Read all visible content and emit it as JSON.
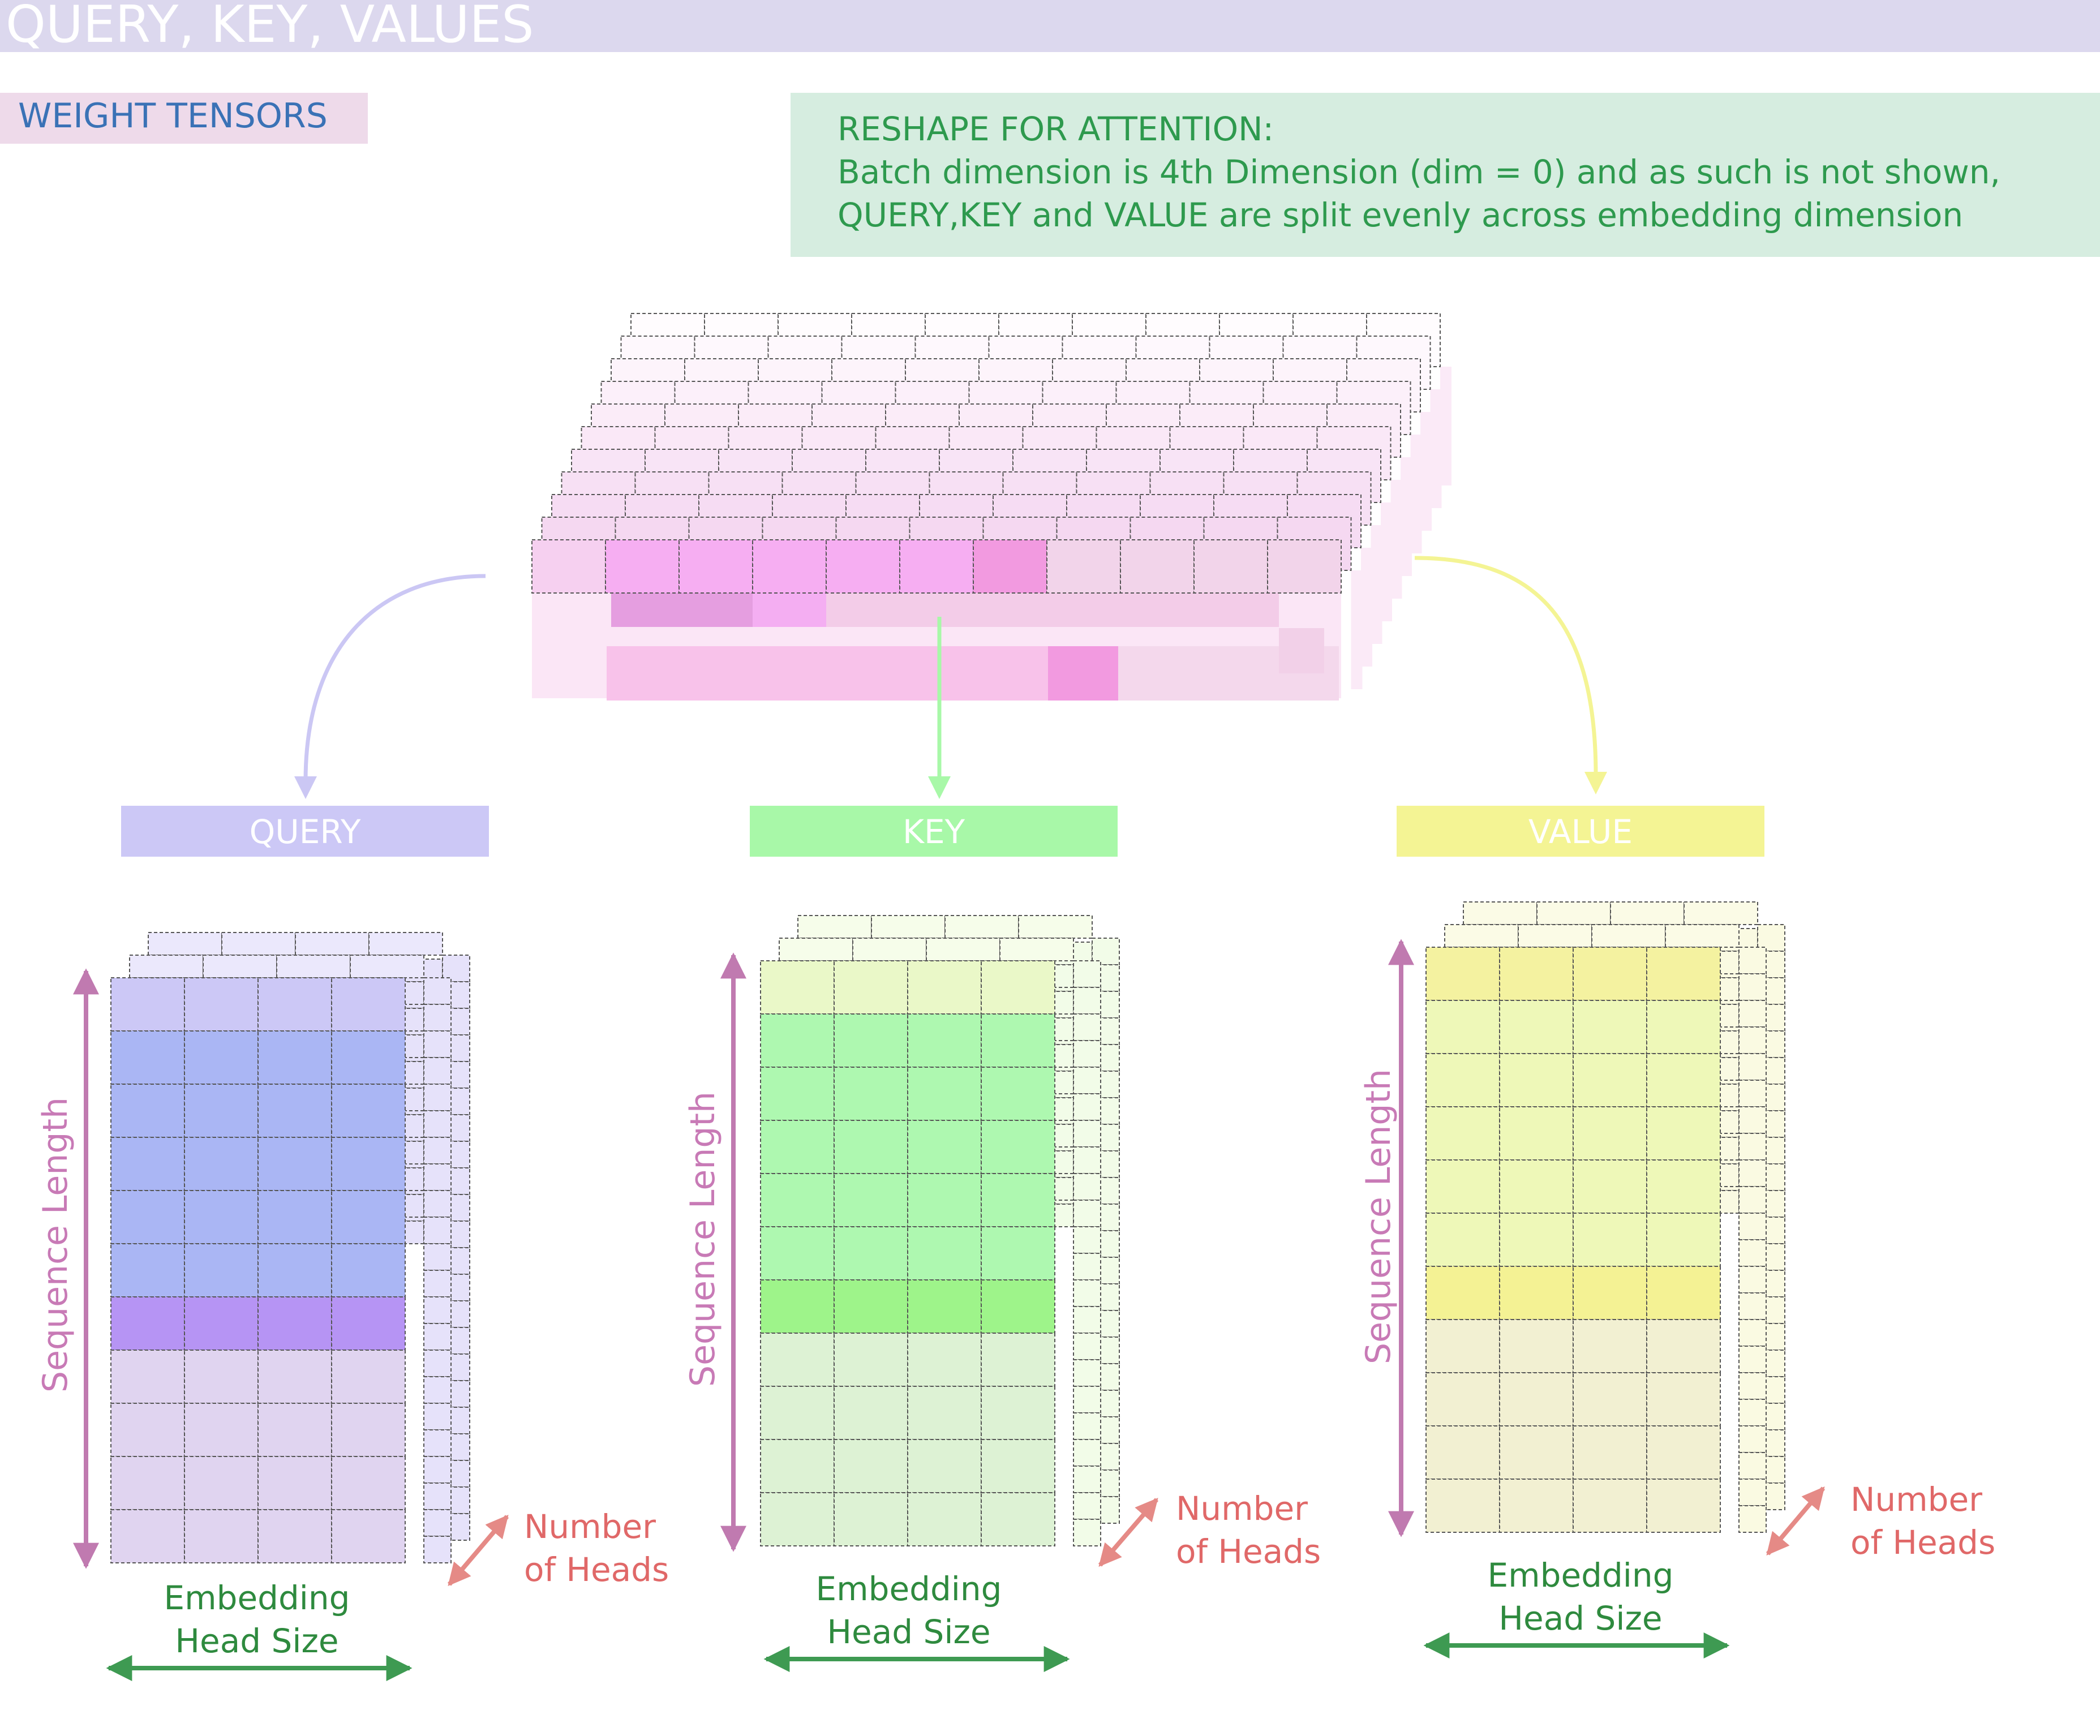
{
  "header": {
    "title": "QUERY, KEY, VALUES"
  },
  "weight_label": "WEIGHT TENSORS",
  "reshape_note": {
    "lines": [
      "RESHAPE FOR ATTENTION:",
      "Batch dimension is 4th Dimension (dim = 0) and as such is not shown,",
      "QUERY,KEY and VALUE are split evenly across embedding dimension"
    ]
  },
  "outputs": [
    {
      "title": "QUERY",
      "seq_label": "Sequence Length",
      "emb_label": [
        "Embedding",
        "Head Size"
      ],
      "heads_label": [
        "Number",
        "of Heads"
      ]
    },
    {
      "title": "KEY",
      "seq_label": "Sequence Length",
      "emb_label": [
        "Embedding",
        "Head Size"
      ],
      "heads_label": [
        "Number",
        "of Heads"
      ]
    },
    {
      "title": "VALUE",
      "seq_label": "Sequence Length",
      "emb_label": [
        "Embedding",
        "Head Size"
      ],
      "heads_label": [
        "Number",
        "of Heads"
      ]
    }
  ],
  "colors": {
    "header_bg": "#dcd8ee",
    "weight_label_bg": "#eedaea",
    "weight_label_text": "#3a72b6",
    "note_bg": "#d6ede0",
    "note_text": "#2e9a4e",
    "query": "#ccc8f6",
    "key": "#a8f8a8",
    "value": "#f4f494",
    "tensor_pink": "#f4aef2",
    "seq_label": "#c87ab6",
    "emb_label": "#2e8a3e",
    "heads_label": "#e06868"
  }
}
